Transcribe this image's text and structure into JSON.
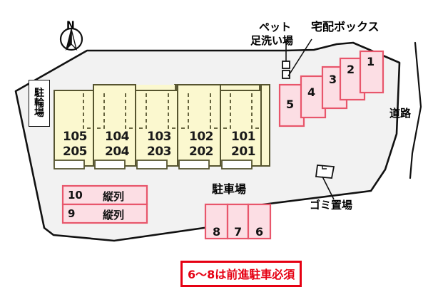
{
  "diagram": {
    "title_type": "property-site-plan",
    "compass": {
      "letter": "N"
    },
    "site_labels": {
      "road": "道路",
      "garbage": "ゴミ置場",
      "pet_wash": "ペット\n足洗い場",
      "pet_wash_line1": "ペット",
      "pet_wash_line2": "足洗い場",
      "delivery_box": "宅配ボックス",
      "bicycle_parking": "駐輪場",
      "bicycle_parking_chars": [
        "駐",
        "輪",
        "場"
      ],
      "parking_lot": "駐車場"
    },
    "building": {
      "units": [
        {
          "lower": "105",
          "upper": "205"
        },
        {
          "lower": "104",
          "upper": "204"
        },
        {
          "lower": "103",
          "upper": "203"
        },
        {
          "lower": "102",
          "upper": "202"
        },
        {
          "lower": "101",
          "upper": "201"
        }
      ]
    },
    "parking_upper_right": {
      "stalls": [
        "5",
        "4",
        "3",
        "2",
        "1"
      ]
    },
    "parking_lower_center": {
      "label": "駐車場",
      "stalls": [
        "8",
        "7",
        "6"
      ]
    },
    "tandem_parking": [
      {
        "number": "10",
        "type": "縦列"
      },
      {
        "number": "9",
        "type": "縦列"
      }
    ],
    "notice": {
      "text": "6～8は前進駐車必須"
    },
    "colors": {
      "site_fill": "#f2f2f2",
      "site_stroke": "#111111",
      "building_fill": "#fbf8cf",
      "building_stroke": "#5c5a3c",
      "stall_fill": "#fcdee4",
      "stall_stroke": "#e8566b",
      "notice_red": "#e60012",
      "balcony_fill": "#ffffff"
    }
  }
}
